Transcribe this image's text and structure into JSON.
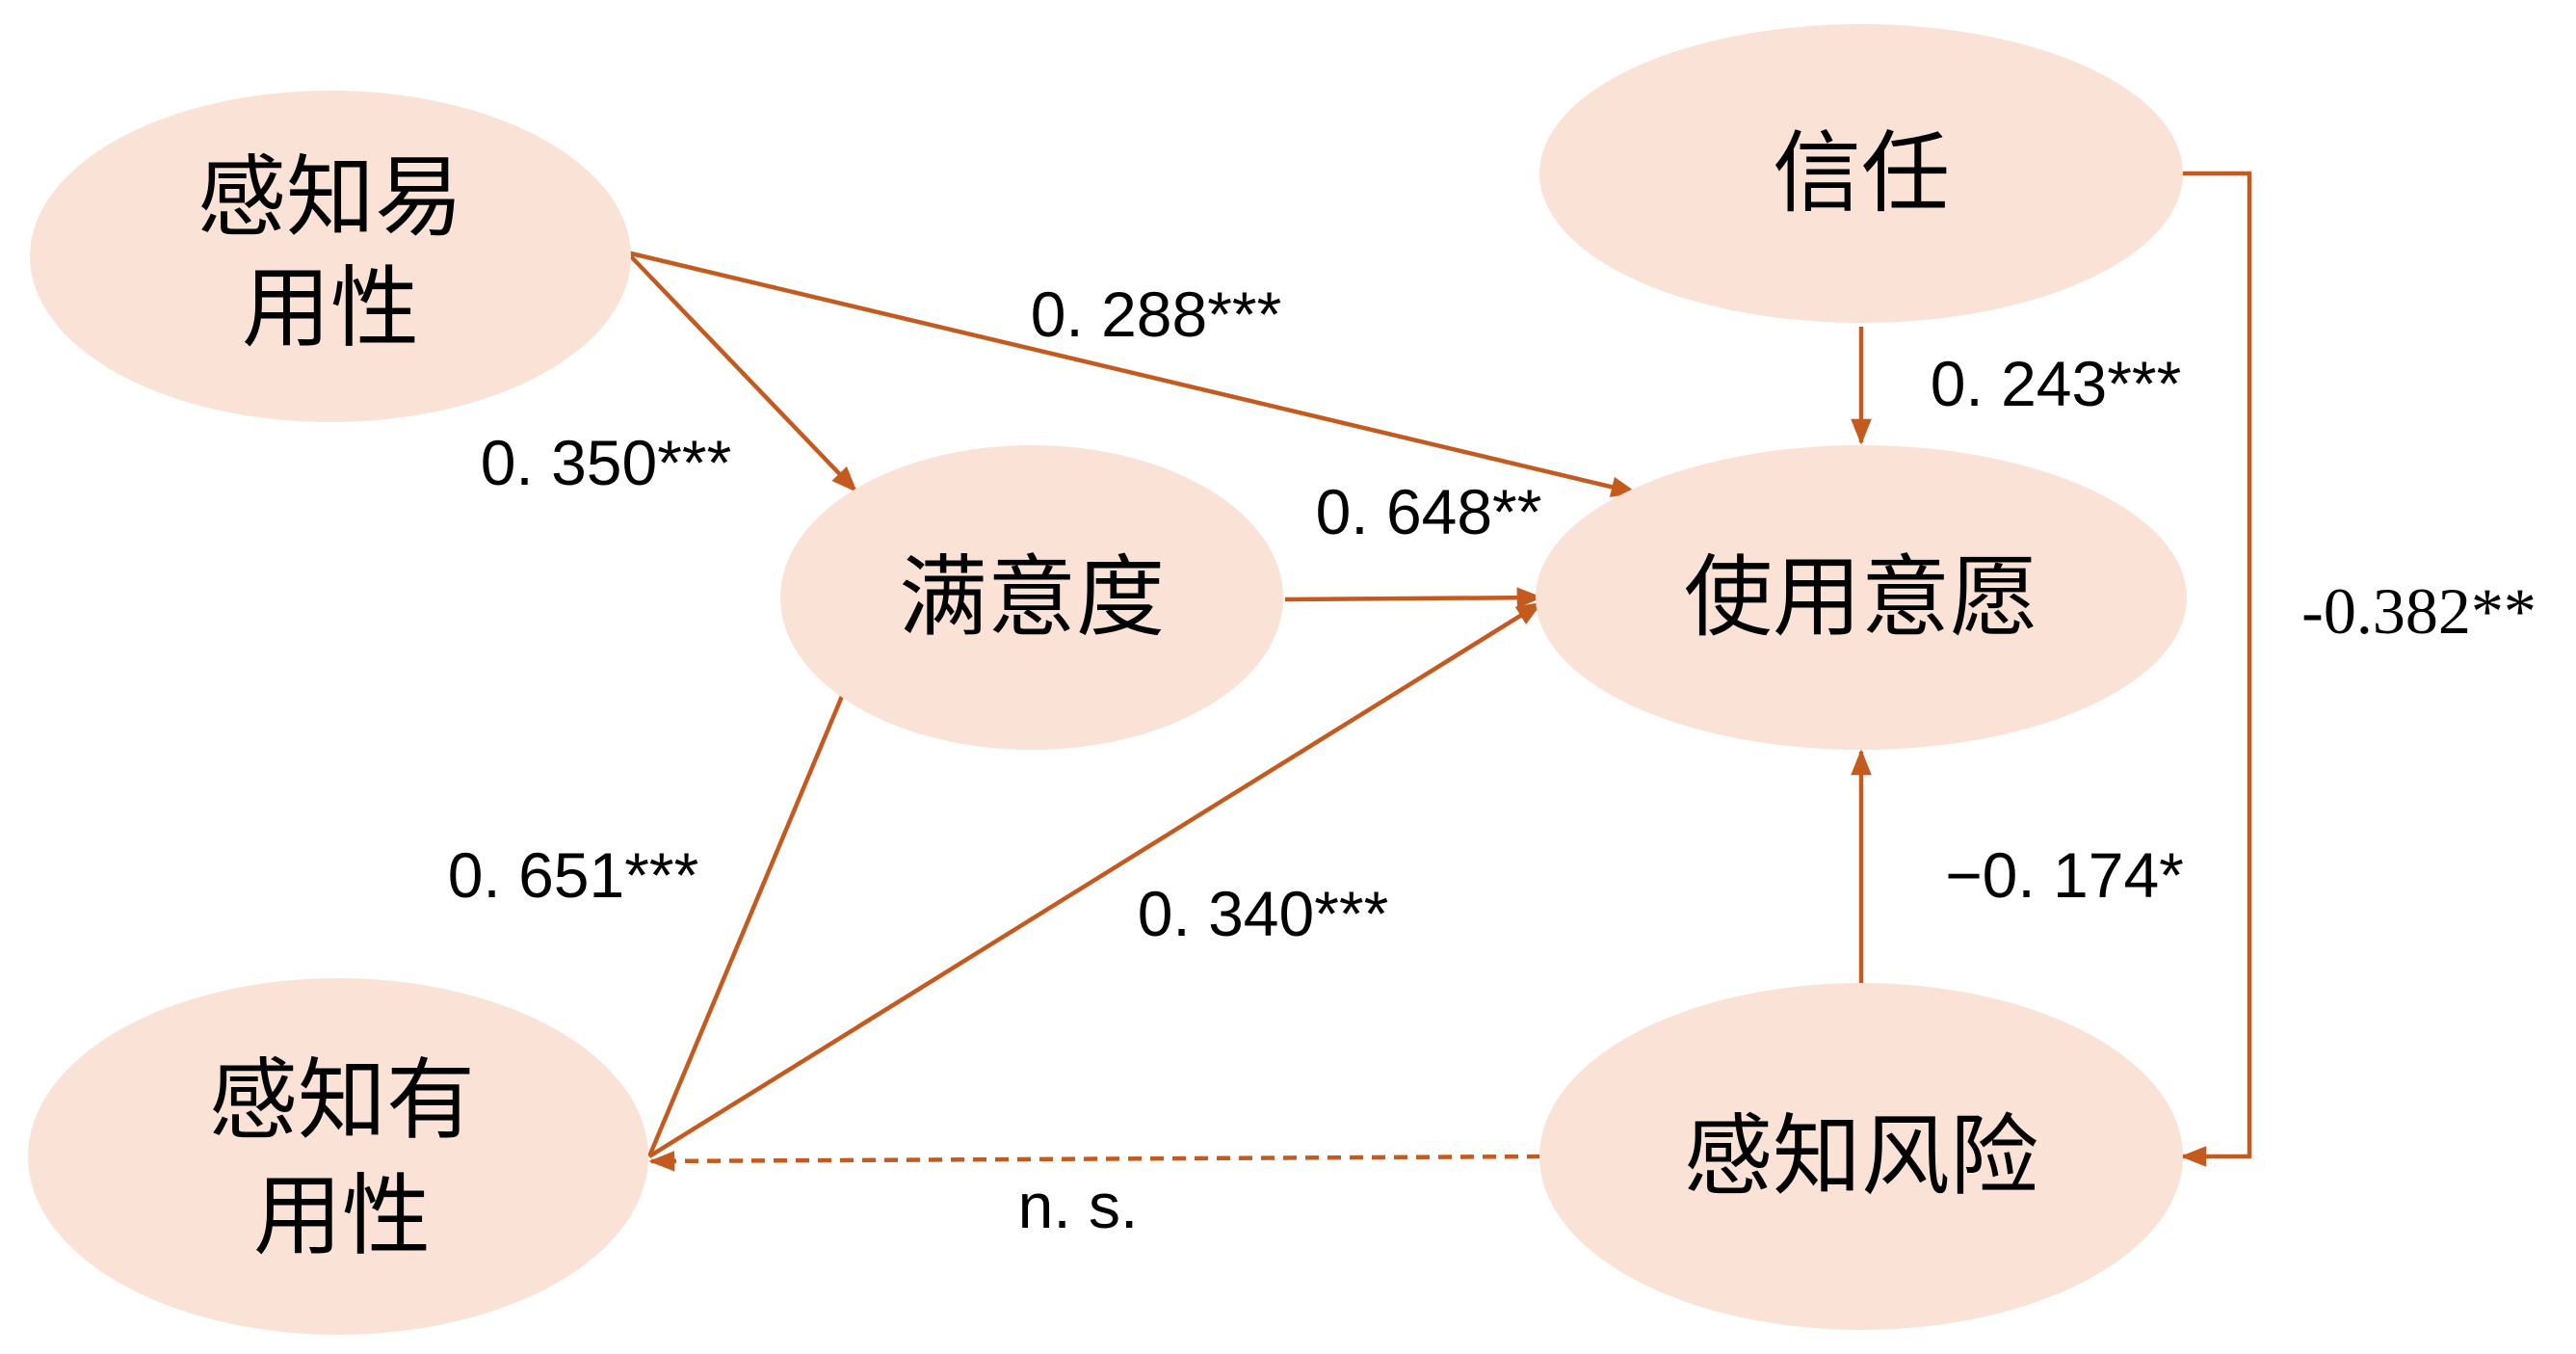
{
  "nodes": {
    "peou": {
      "line1": "感知易",
      "line2": "用性"
    },
    "satisfaction": {
      "label": "满意度"
    },
    "trust": {
      "label": "信任"
    },
    "intention": {
      "label": "使用意愿"
    },
    "pu": {
      "line1": "感知有",
      "line2": "用性"
    },
    "risk": {
      "label": "感知风险"
    }
  },
  "edges": {
    "peou_intention": "0. 288***",
    "peou_satisfaction": "0. 350***",
    "satisfaction_intention": "0. 648**",
    "trust_intention": "0. 243***",
    "trust_risk": "-0.382**",
    "pu_satisfaction": "0. 651***",
    "pu_intention": "0. 340***",
    "risk_intention": "−0. 174*",
    "risk_pu": "n. s."
  },
  "colors": {
    "node_fill": "#FAE2D6",
    "edge": "#C55A1E"
  }
}
